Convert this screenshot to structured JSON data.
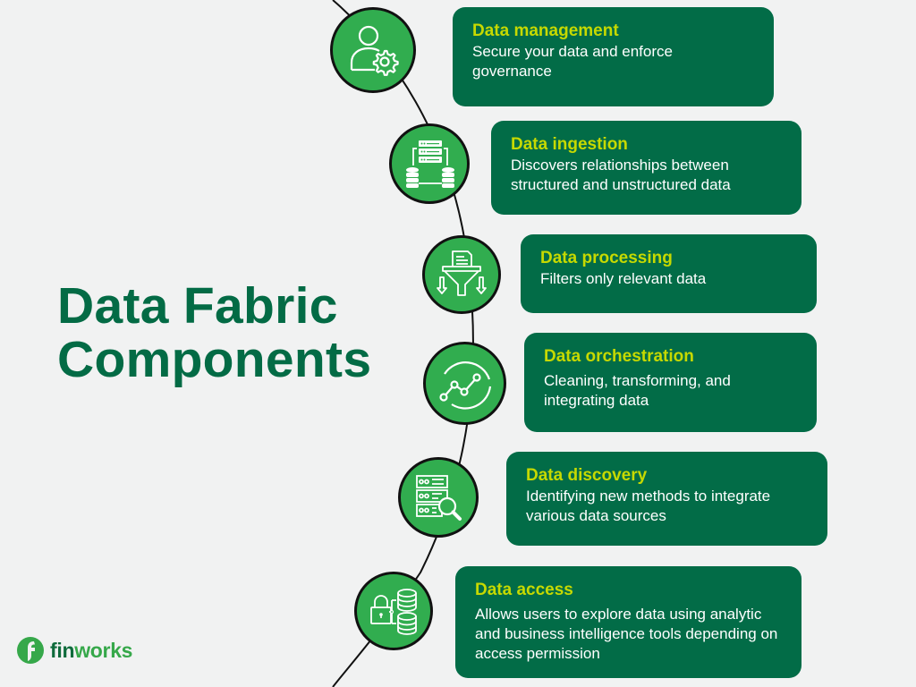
{
  "title": {
    "line1": "Data Fabric",
    "line2": "Components"
  },
  "colors": {
    "background": "#f1f2f2",
    "title": "#036b45",
    "card_bg": "#026c47",
    "card_title": "#c6d900",
    "card_text": "#ffffff",
    "node_fill": "#31ad4f",
    "node_border": "#111111"
  },
  "components": [
    {
      "title": "Data management",
      "description": "Secure your data and enforce governance",
      "icon": "user-gear-icon"
    },
    {
      "title": "Data ingestion",
      "description": "Discovers relationships between structured and unstructured data",
      "icon": "server-databases-icon"
    },
    {
      "title": "Data processing",
      "description": "Filters only relevant data",
      "icon": "document-funnel-icon"
    },
    {
      "title": "Data orchestration",
      "description": "Cleaning, transforming, and integrating data",
      "icon": "line-graph-cycle-icon"
    },
    {
      "title": "Data discovery",
      "description": "Identifying new methods to integrate various data sources",
      "icon": "server-search-icon"
    },
    {
      "title": "Data access",
      "description": "Allows users to explore data using analytic and business intelligence tools depending on access permission",
      "icon": "lock-databases-icon"
    }
  ],
  "logo": {
    "part1": "fin",
    "part2": "works",
    "mark": "f-swirl-icon"
  }
}
